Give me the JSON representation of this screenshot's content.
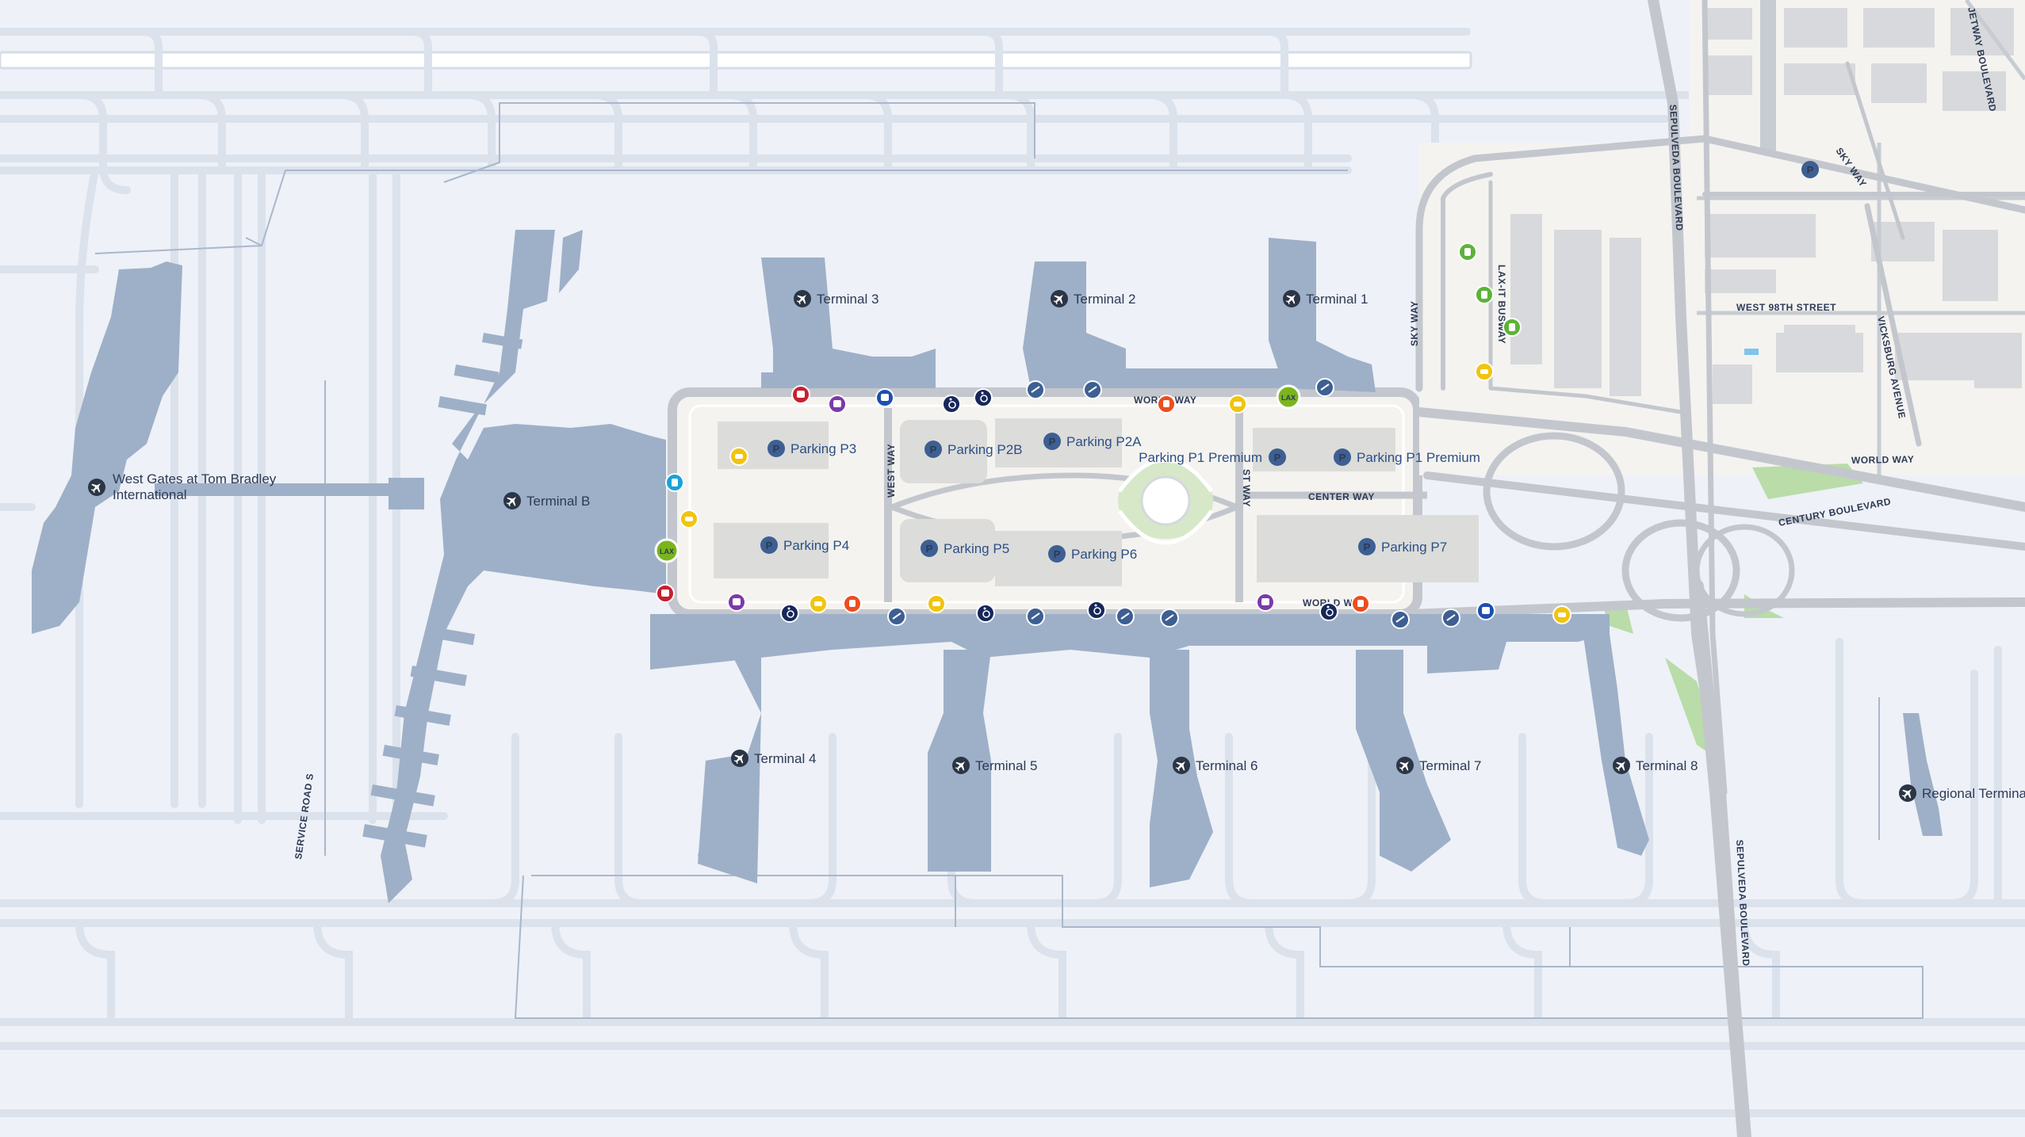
{
  "terminals": [
    {
      "key": "t3",
      "label": "Terminal 3"
    },
    {
      "key": "t2",
      "label": "Terminal 2"
    },
    {
      "key": "t1",
      "label": "Terminal 1"
    },
    {
      "key": "tb",
      "label": "Terminal B"
    },
    {
      "key": "west",
      "label": "West Gates at Tom Bradley",
      "label2": "International"
    },
    {
      "key": "t4",
      "label": "Terminal 4"
    },
    {
      "key": "t5",
      "label": "Terminal 5"
    },
    {
      "key": "t6",
      "label": "Terminal 6"
    },
    {
      "key": "t7",
      "label": "Terminal 7"
    },
    {
      "key": "t8",
      "label": "Terminal 8"
    },
    {
      "key": "reg",
      "label": "Regional Terminal"
    }
  ],
  "parking": [
    {
      "key": "p3",
      "label": "Parking P3"
    },
    {
      "key": "p4",
      "label": "Parking P4"
    },
    {
      "key": "p2b",
      "label": "Parking P2B"
    },
    {
      "key": "p2a",
      "label": "Parking P2A"
    },
    {
      "key": "p5",
      "label": "Parking P5"
    },
    {
      "key": "p6",
      "label": "Parking P6"
    },
    {
      "key": "p1a",
      "label": "Parking P1 Premium"
    },
    {
      "key": "p1b",
      "label": "Parking P1 Premium"
    },
    {
      "key": "p7",
      "label": "Parking P7"
    }
  ],
  "roads": {
    "world_way_north": "WORLD WAY",
    "world_way_south": "WORLD WAY",
    "world_way_east": "WORLD WAY",
    "west_way": "WEST WAY",
    "east_way": "ST WAY",
    "center_way": "CENTER WAY",
    "century": "CENTURY BOULEVARD",
    "sepulveda_north": "SEPULVEDA BOULEVARD",
    "sepulveda_south": "SEPULVEDA BOULEVARD",
    "sky_way": "SKY WAY",
    "sky_way_ne": "SKY WAY",
    "busway": "LAX-IT BUSWAY",
    "west_98th": "WEST 98TH STREET",
    "vicksburg": "VICKSBURG AVENUE",
    "jetway": "JETWAY BOULEVARD",
    "service_road": "SERVICE ROAD S"
  },
  "parking_symbol": "P",
  "lax_badge": "LAX",
  "colors": {
    "background": "#eef1f7",
    "taxiway": "#dde4ee",
    "terminal": "#9eb0c8",
    "road": "#c3c7cd",
    "parking_structure": "#dcdcda",
    "land": "#f4f3f0",
    "parking_pin": "#3d5f92",
    "bus_red": "#c8202f",
    "bus_purple": "#7c3aa8",
    "bus_blue": "#1d4fb0",
    "accessible": "#16275a",
    "rideshare_orange": "#ee4d1e",
    "taxi_yellow": "#f1c40f",
    "metro_cyan": "#1aa2d8",
    "flyaway_green": "#7ab51d",
    "bike_green": "#5cb338"
  },
  "icons": [
    {
      "type": "bus-red",
      "symbol": "bus-icon"
    },
    {
      "type": "bus-purple",
      "symbol": "shuttle-icon"
    },
    {
      "type": "bus-blue",
      "symbol": "transit-bus-icon"
    },
    {
      "type": "accessible",
      "symbol": "wheelchair-icon"
    },
    {
      "type": "departures",
      "symbol": "departures-icon"
    },
    {
      "type": "rideshare",
      "symbol": "rideshare-icon"
    },
    {
      "type": "taxi",
      "symbol": "taxi-icon"
    },
    {
      "type": "lax-it",
      "symbol": "lax-it-icon"
    },
    {
      "type": "metro",
      "symbol": "metro-icon"
    },
    {
      "type": "bike",
      "symbol": "bike-share-icon"
    }
  ]
}
